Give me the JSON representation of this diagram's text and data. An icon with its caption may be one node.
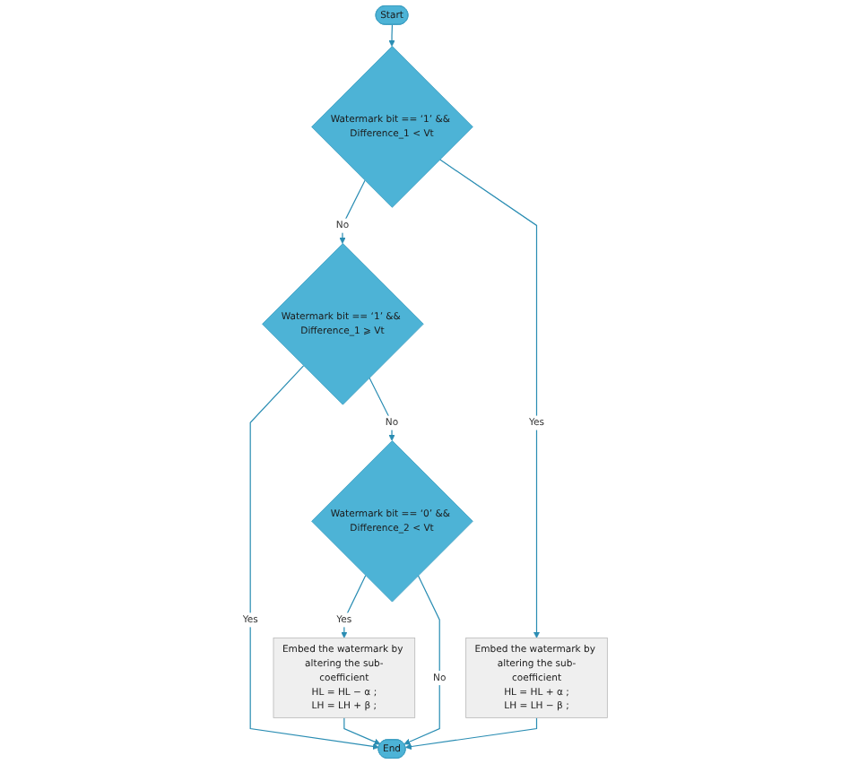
{
  "diagram": {
    "nodes": [
      {
        "text": [
          "Start"
        ]
      },
      {
        "text": [
          "Watermark bit == ‘1’ && Difference_1 < Vt"
        ]
      },
      {
        "text": [
          "Watermark bit == ‘1’ && Difference_1 ⩾ Vt"
        ]
      },
      {
        "text": [
          "Embed the watermark by altering the sub-coefficient",
          "HL = HL + α ;",
          "LH = LH − β ;"
        ]
      },
      {
        "text": [
          "Watermark bit == ‘0’ && Difference_2 < Vt"
        ]
      },
      {
        "text": [
          "Embed the watermark by altering the sub-coefficient",
          "HL = HL − α ;",
          "LH = LH + β ;"
        ]
      },
      {
        "text": [
          "End"
        ]
      }
    ],
    "edges": [
      {
        "from": 0,
        "to": 1,
        "arrow": "to"
      },
      {
        "from": 1,
        "to": 2,
        "label": "No",
        "arrow": "to"
      },
      {
        "from": 1,
        "to": 3,
        "label": "Yes",
        "arrow": "to"
      },
      {
        "from": 2,
        "to": 4,
        "label": "No",
        "arrow": "to"
      },
      {
        "from": 2,
        "to": 6,
        "label": "Yes",
        "arrow": "to"
      },
      {
        "from": 4,
        "to": 5,
        "label": "Yes",
        "arrow": "to"
      },
      {
        "from": 5,
        "to": 6,
        "arrow": "to"
      },
      {
        "from": 4,
        "to": 6,
        "label": "No",
        "arrow": "to"
      },
      {
        "from": 3,
        "to": 6,
        "arrow": "to"
      }
    ]
  }
}
